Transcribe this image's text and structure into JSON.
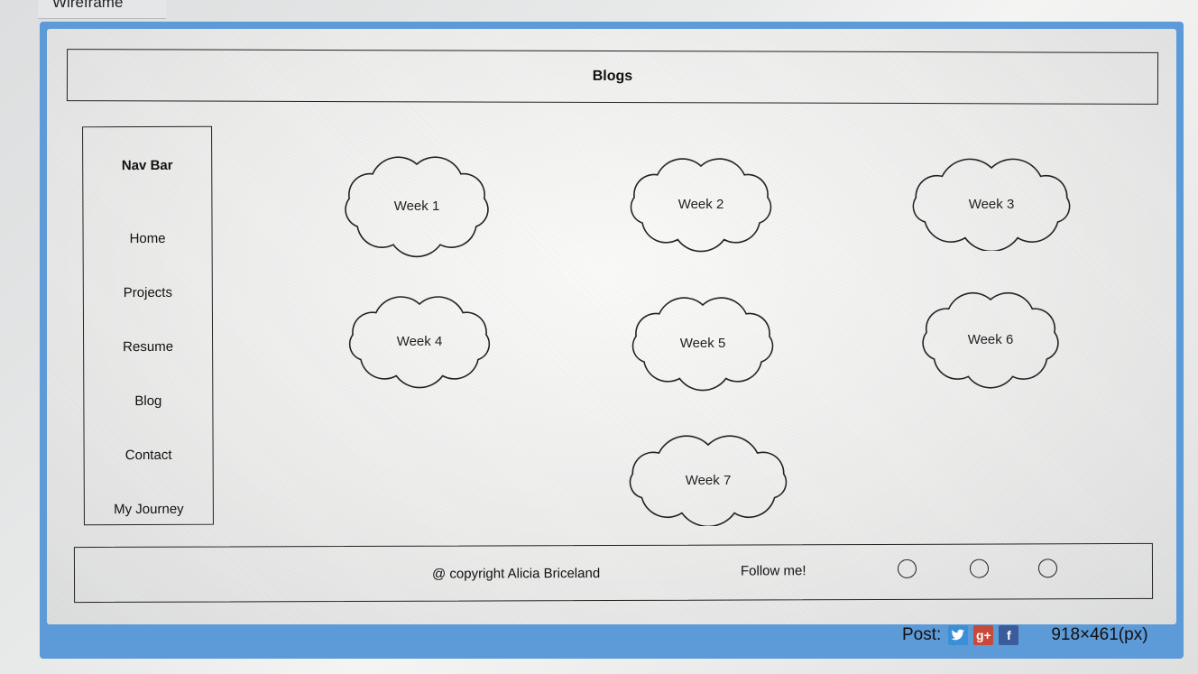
{
  "tab": {
    "label": "Wireframe"
  },
  "header": {
    "title": "Blogs"
  },
  "nav": {
    "title": "Nav Bar",
    "items": [
      "Home",
      "Projects",
      "Resume",
      "Blog",
      "Contact",
      "My Journey"
    ]
  },
  "clouds": [
    "Week 1",
    "Week 2",
    "Week 3",
    "Week 4",
    "Week 5",
    "Week 6",
    "Week 7"
  ],
  "footer": {
    "copyright": "@ copyright Alicia Briceland",
    "follow": "Follow me!"
  },
  "bottom_bar": {
    "post_label": "Post:",
    "icons": [
      "twitter-icon",
      "google-plus-icon",
      "facebook-icon"
    ],
    "size_label": "918×461(px)"
  },
  "colors": {
    "frame_blue": "#5c9ad8",
    "twitter": "#3b8fd6",
    "google_plus": "#c8483a",
    "facebook": "#3b5b9a"
  }
}
